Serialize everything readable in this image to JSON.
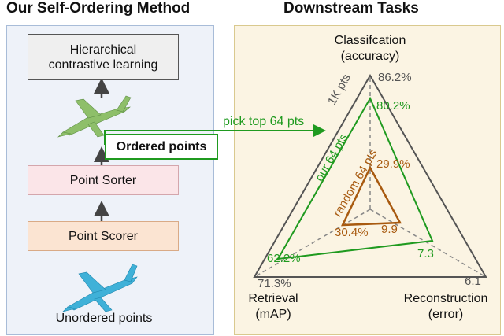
{
  "left": {
    "title": "Our Self-Ordering Method",
    "hier_line1": "Hierarchical",
    "hier_line2": "contrastive learning",
    "ordered": "Ordered points",
    "sorter": "Point Sorter",
    "scorer": "Point Scorer",
    "unordered": "Unordered points"
  },
  "right": {
    "title": "Downstream Tasks",
    "arrow_label": "pick top 64 pts",
    "axes": {
      "top_line1": "Classifcation",
      "top_line2": "(accuracy)",
      "left_line1": "Retrieval",
      "left_line2": "(mAP)",
      "right_line1": "Reconstruction",
      "right_line2": "(error)"
    },
    "series": {
      "full": "1K pts",
      "ours": "our 64 pts",
      "random": "random 64 pts"
    },
    "values": {
      "full_top": "86.2%",
      "full_left": "71.3%",
      "full_right": "6.1",
      "ours_top": "80.2%",
      "ours_left": "62.2%",
      "ours_right": "7.3",
      "random_top": "29.9%",
      "random_left": "30.4%",
      "random_right": "9.9"
    }
  },
  "colors": {
    "green": "#1f9a1f",
    "brown": "#a85a10",
    "gray": "#555555",
    "blue_panel": "#eef2f9",
    "yellow_panel": "#fbf4e3"
  }
}
